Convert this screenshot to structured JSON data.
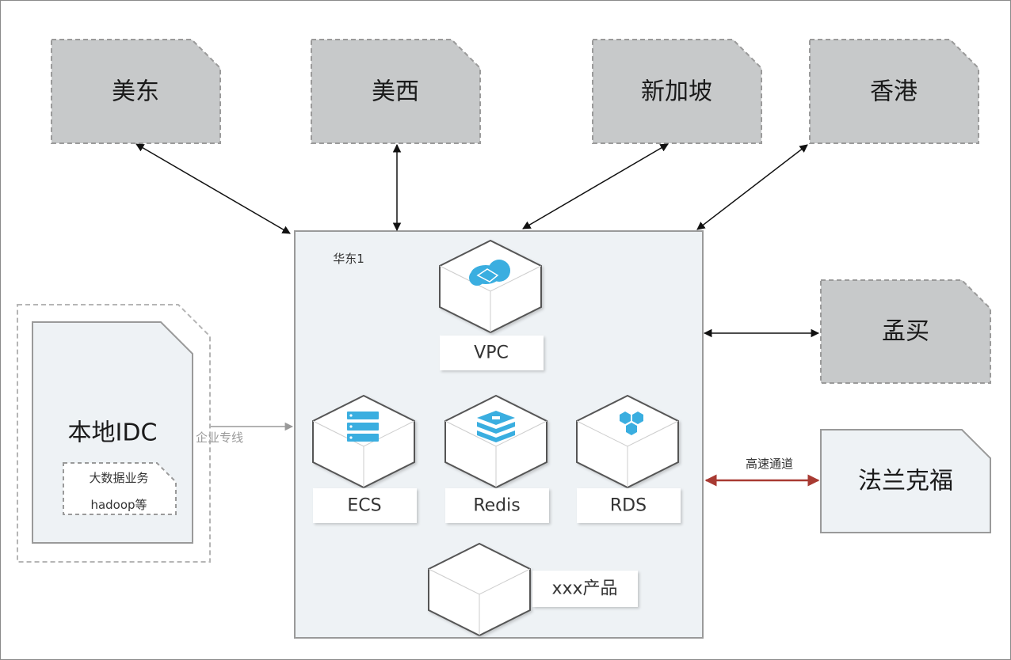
{
  "regions": {
    "us_east": "美东",
    "us_west": "美西",
    "singapore": "新加坡",
    "hongkong": "香港",
    "mumbai": "孟买",
    "frankfurt": "法兰克福"
  },
  "center": {
    "title": "华东1",
    "products": {
      "vpc": "VPC",
      "ecs": "ECS",
      "redis": "Redis",
      "rds": "RDS",
      "xxx": "xxx产品"
    }
  },
  "idc": {
    "title": "本地IDC",
    "note_line1": "大数据业务",
    "note_line2": "hadoop等"
  },
  "links": {
    "enterprise": "企业专线",
    "highspeed": "高速通道"
  },
  "colors": {
    "region_fill": "#c7c9ca",
    "center_fill": "#eef2f5",
    "highspeed_arrow": "#a83a32",
    "icon_blue": "#3aaee0"
  }
}
